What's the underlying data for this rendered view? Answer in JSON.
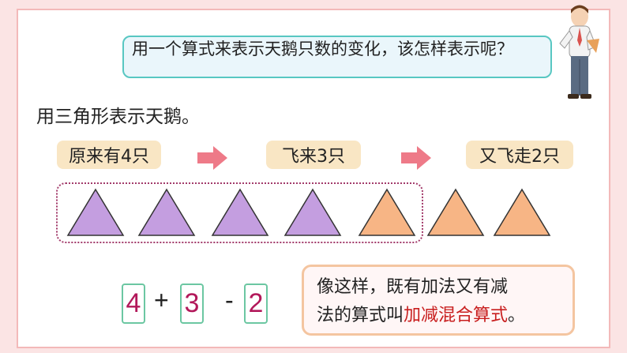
{
  "bubble": {
    "text": "用一个算式来表示天鹅只数的变化，该怎样表示呢？"
  },
  "lead": "用三角形表示天鹅。",
  "steps": [
    "原来有4只",
    "飞来3只",
    "又飞走2只"
  ],
  "triangles": {
    "purple_count": 4,
    "orange_count": 3,
    "purple_color": "#c49ee0",
    "orange_color": "#f7b585"
  },
  "equation": {
    "n1": "4",
    "op1": "+",
    "n2": "3",
    "op2": "-",
    "n3": "2"
  },
  "note": {
    "line1": "像这样，既有加法又有减",
    "line2_prefix": "法的算式叫",
    "highlight": "加减混合算式",
    "line2_suffix": "。"
  },
  "colors": {
    "accent_red": "#c81e1e",
    "arrow": "#ee7a88",
    "step_bg": "#f9e6c4"
  }
}
